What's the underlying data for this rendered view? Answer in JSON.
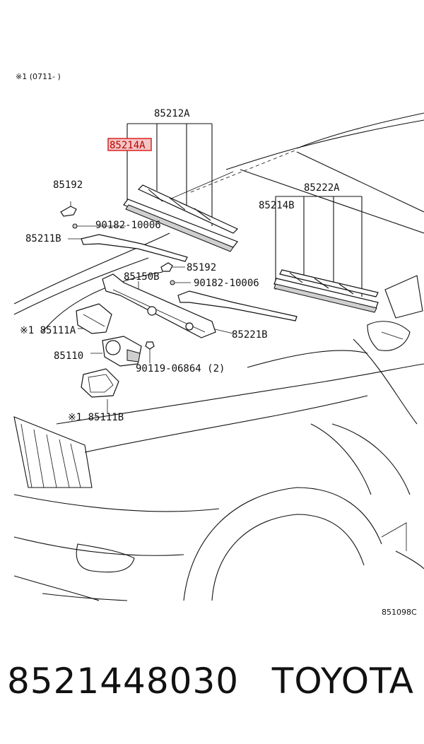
{
  "note": "※1 (0711-    )",
  "diagram_code": "851098C",
  "labels": {
    "l85212A": "85212A",
    "l85214A": "85214A",
    "l85192a": "85192",
    "l90182a": "90182-10006",
    "l85211B": "85211B",
    "l85192b": "85192",
    "l85150B": "85150B",
    "l90182b": "90182-10006",
    "l85222A": "85222A",
    "l85214B": "85214B",
    "l85221B": "85221B",
    "l85111A": "※1 85111A",
    "l85110": "85110",
    "l90119": "90119-06864 (2)",
    "l85111B": "※1 85111B"
  },
  "footer": {
    "part_number": "8521448030",
    "brand": "TOYOTA"
  }
}
